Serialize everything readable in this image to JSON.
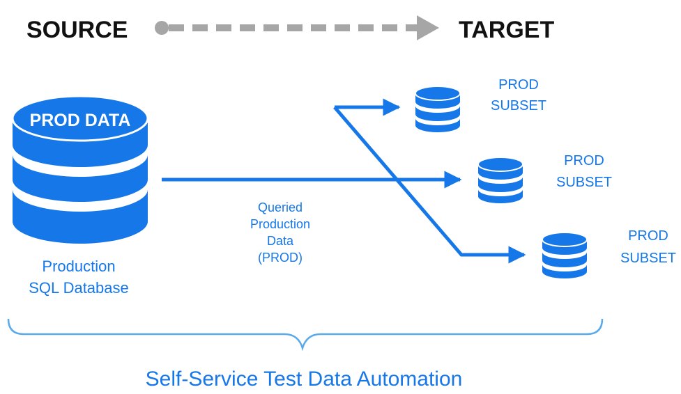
{
  "header": {
    "source_label": "SOURCE",
    "target_label": "TARGET"
  },
  "source_db": {
    "badge": "PROD DATA",
    "caption_line1": "Production",
    "caption_line2": "SQL Database"
  },
  "flow": {
    "line1": "Queried",
    "line2": "Production",
    "line3": "Data",
    "line4": "(PROD)"
  },
  "targets": [
    {
      "line1": "PROD",
      "line2": "SUBSET"
    },
    {
      "line1": "PROD",
      "line2": "SUBSET"
    },
    {
      "line1": "PROD",
      "line2": "SUBSET"
    }
  ],
  "footer": {
    "title": "Self-Service Test Data Automation"
  },
  "colors": {
    "primary_blue": "#1677e8",
    "dark_text": "#111111",
    "gray_arrow": "#a6a6a6",
    "brace_blue": "#5aa9ea"
  }
}
